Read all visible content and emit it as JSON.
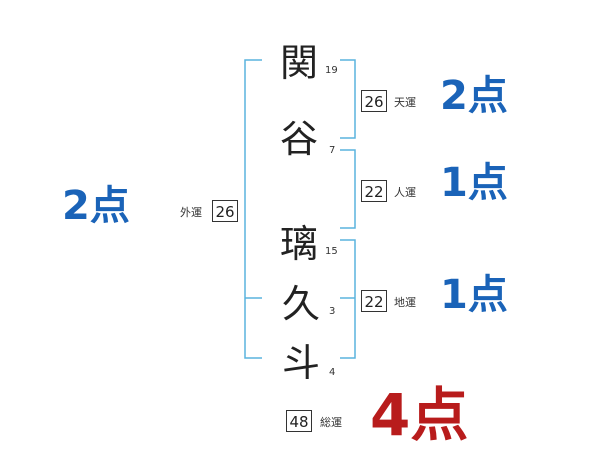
{
  "characters": [
    {
      "char": "関",
      "strokes": "19"
    },
    {
      "char": "谷",
      "strokes": "7"
    },
    {
      "char": "璃",
      "strokes": "15"
    },
    {
      "char": "久",
      "strokes": "3"
    },
    {
      "char": "斗",
      "strokes": "4"
    }
  ],
  "fortunes": {
    "gaikaku": {
      "label": "外運",
      "value": "26",
      "score": "2点"
    },
    "tenkaku": {
      "label": "天運",
      "value": "26",
      "score": "2点"
    },
    "jinkaku": {
      "label": "人運",
      "value": "22",
      "score": "1点"
    },
    "chikaku": {
      "label": "地運",
      "value": "22",
      "score": "1点"
    },
    "soukaku": {
      "label": "総運",
      "value": "48",
      "score": "4点"
    }
  },
  "colors": {
    "bracket": "#5ab4de",
    "score_blue": "#1a63b8",
    "score_red": "#b81c1c"
  }
}
